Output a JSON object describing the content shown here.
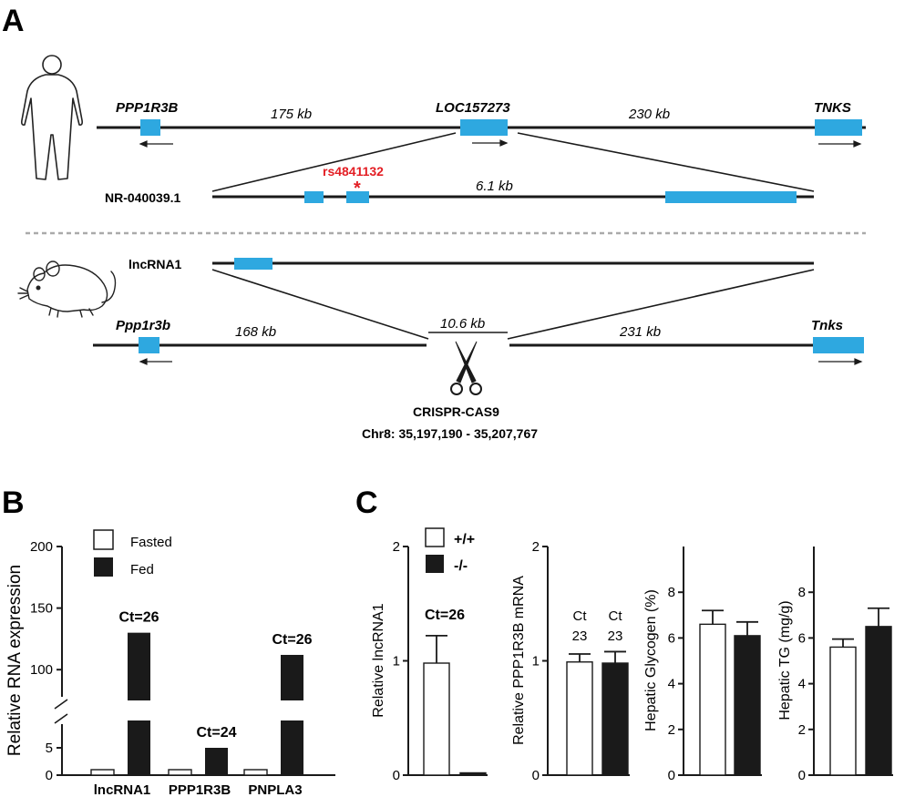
{
  "colors": {
    "exon": "#2ea8e0",
    "snp": "#e31e24",
    "fasted": "#ffffff",
    "fed": "#1a1a1a",
    "divider": "#aaaaaa"
  },
  "panel_a": {
    "letter": "A",
    "human": {
      "genes": [
        "PPP1R3B",
        "LOC157273",
        "TNKS"
      ],
      "distances": [
        "175 kb",
        "230 kb"
      ],
      "transcript": "NR-040039.1",
      "transcript_length": "6.1 kb",
      "snp": "rs4841132",
      "snp_marker": "*"
    },
    "mouse": {
      "lncrna": "lncRNA1",
      "genes": [
        "Ppp1r3b",
        "Tnks"
      ],
      "distances": [
        "168 kb",
        "231 kb"
      ],
      "deletion": "10.6 kb",
      "method": "CRISPR-CAS9",
      "coords": "Chr8: 35,197,190 - 35,207,767"
    },
    "scissors_icon": "scissors-icon",
    "human_icon": "human-silhouette-icon",
    "mouse_icon": "mouse-drawing-icon"
  },
  "panel_b": {
    "letter": "B"
  },
  "panel_c": {
    "letter": "C"
  },
  "chart_data": [
    {
      "type": "bar",
      "ylabel": "Relative RNA expression",
      "categories": [
        "lncRNA1",
        "PPP1R3B",
        "PNPLA3"
      ],
      "series": [
        {
          "name": "Fasted",
          "values": [
            1,
            1,
            1
          ]
        },
        {
          "name": "Fed",
          "values": [
            130,
            5,
            112
          ]
        }
      ],
      "annotations": [
        "Ct=26",
        "Ct=24",
        "Ct=26"
      ],
      "yticks": [
        "0",
        "5",
        "100",
        "150",
        "200"
      ],
      "broken_axis": true,
      "legend": "top-left"
    },
    {
      "type": "bar",
      "ylabel": "Relative lncRNA1",
      "ylim": [
        0,
        2
      ],
      "yticks": [
        "0",
        "1",
        "2"
      ],
      "series": [
        {
          "name": "+/+",
          "values": [
            0.98
          ],
          "error": [
            0.24
          ]
        },
        {
          "name": "-/-",
          "values": [
            0.02
          ],
          "error": [
            0
          ]
        }
      ],
      "annotation": "Ct=26",
      "legend": "top-right"
    },
    {
      "type": "bar",
      "ylabel": "Relative PPP1R3B mRNA",
      "ylim": [
        0,
        2
      ],
      "yticks": [
        "0",
        "1",
        "2"
      ],
      "series": [
        {
          "name": "+/+",
          "values": [
            0.99
          ],
          "error": [
            0.07
          ]
        },
        {
          "name": "-/-",
          "values": [
            0.98
          ],
          "error": [
            0.1
          ]
        }
      ],
      "annotations": [
        [
          "Ct",
          "23"
        ],
        [
          "Ct",
          "23"
        ]
      ]
    },
    {
      "type": "bar",
      "ylabel": "Hepatic Glycogen (%)",
      "ylim": [
        0,
        10
      ],
      "yticks": [
        "0",
        "2",
        "4",
        "6",
        "8"
      ],
      "series": [
        {
          "name": "+/+",
          "values": [
            6.6
          ],
          "error": [
            0.6
          ]
        },
        {
          "name": "-/-",
          "values": [
            6.1
          ],
          "error": [
            0.6
          ]
        }
      ]
    },
    {
      "type": "bar",
      "ylabel": "Hepatic TG (mg/g)",
      "ylim": [
        0,
        10
      ],
      "yticks": [
        "0",
        "2",
        "4",
        "6",
        "8"
      ],
      "series": [
        {
          "name": "+/+",
          "values": [
            5.6
          ],
          "error": [
            0.35
          ]
        },
        {
          "name": "-/-",
          "values": [
            6.5
          ],
          "error": [
            0.8
          ]
        }
      ]
    }
  ]
}
